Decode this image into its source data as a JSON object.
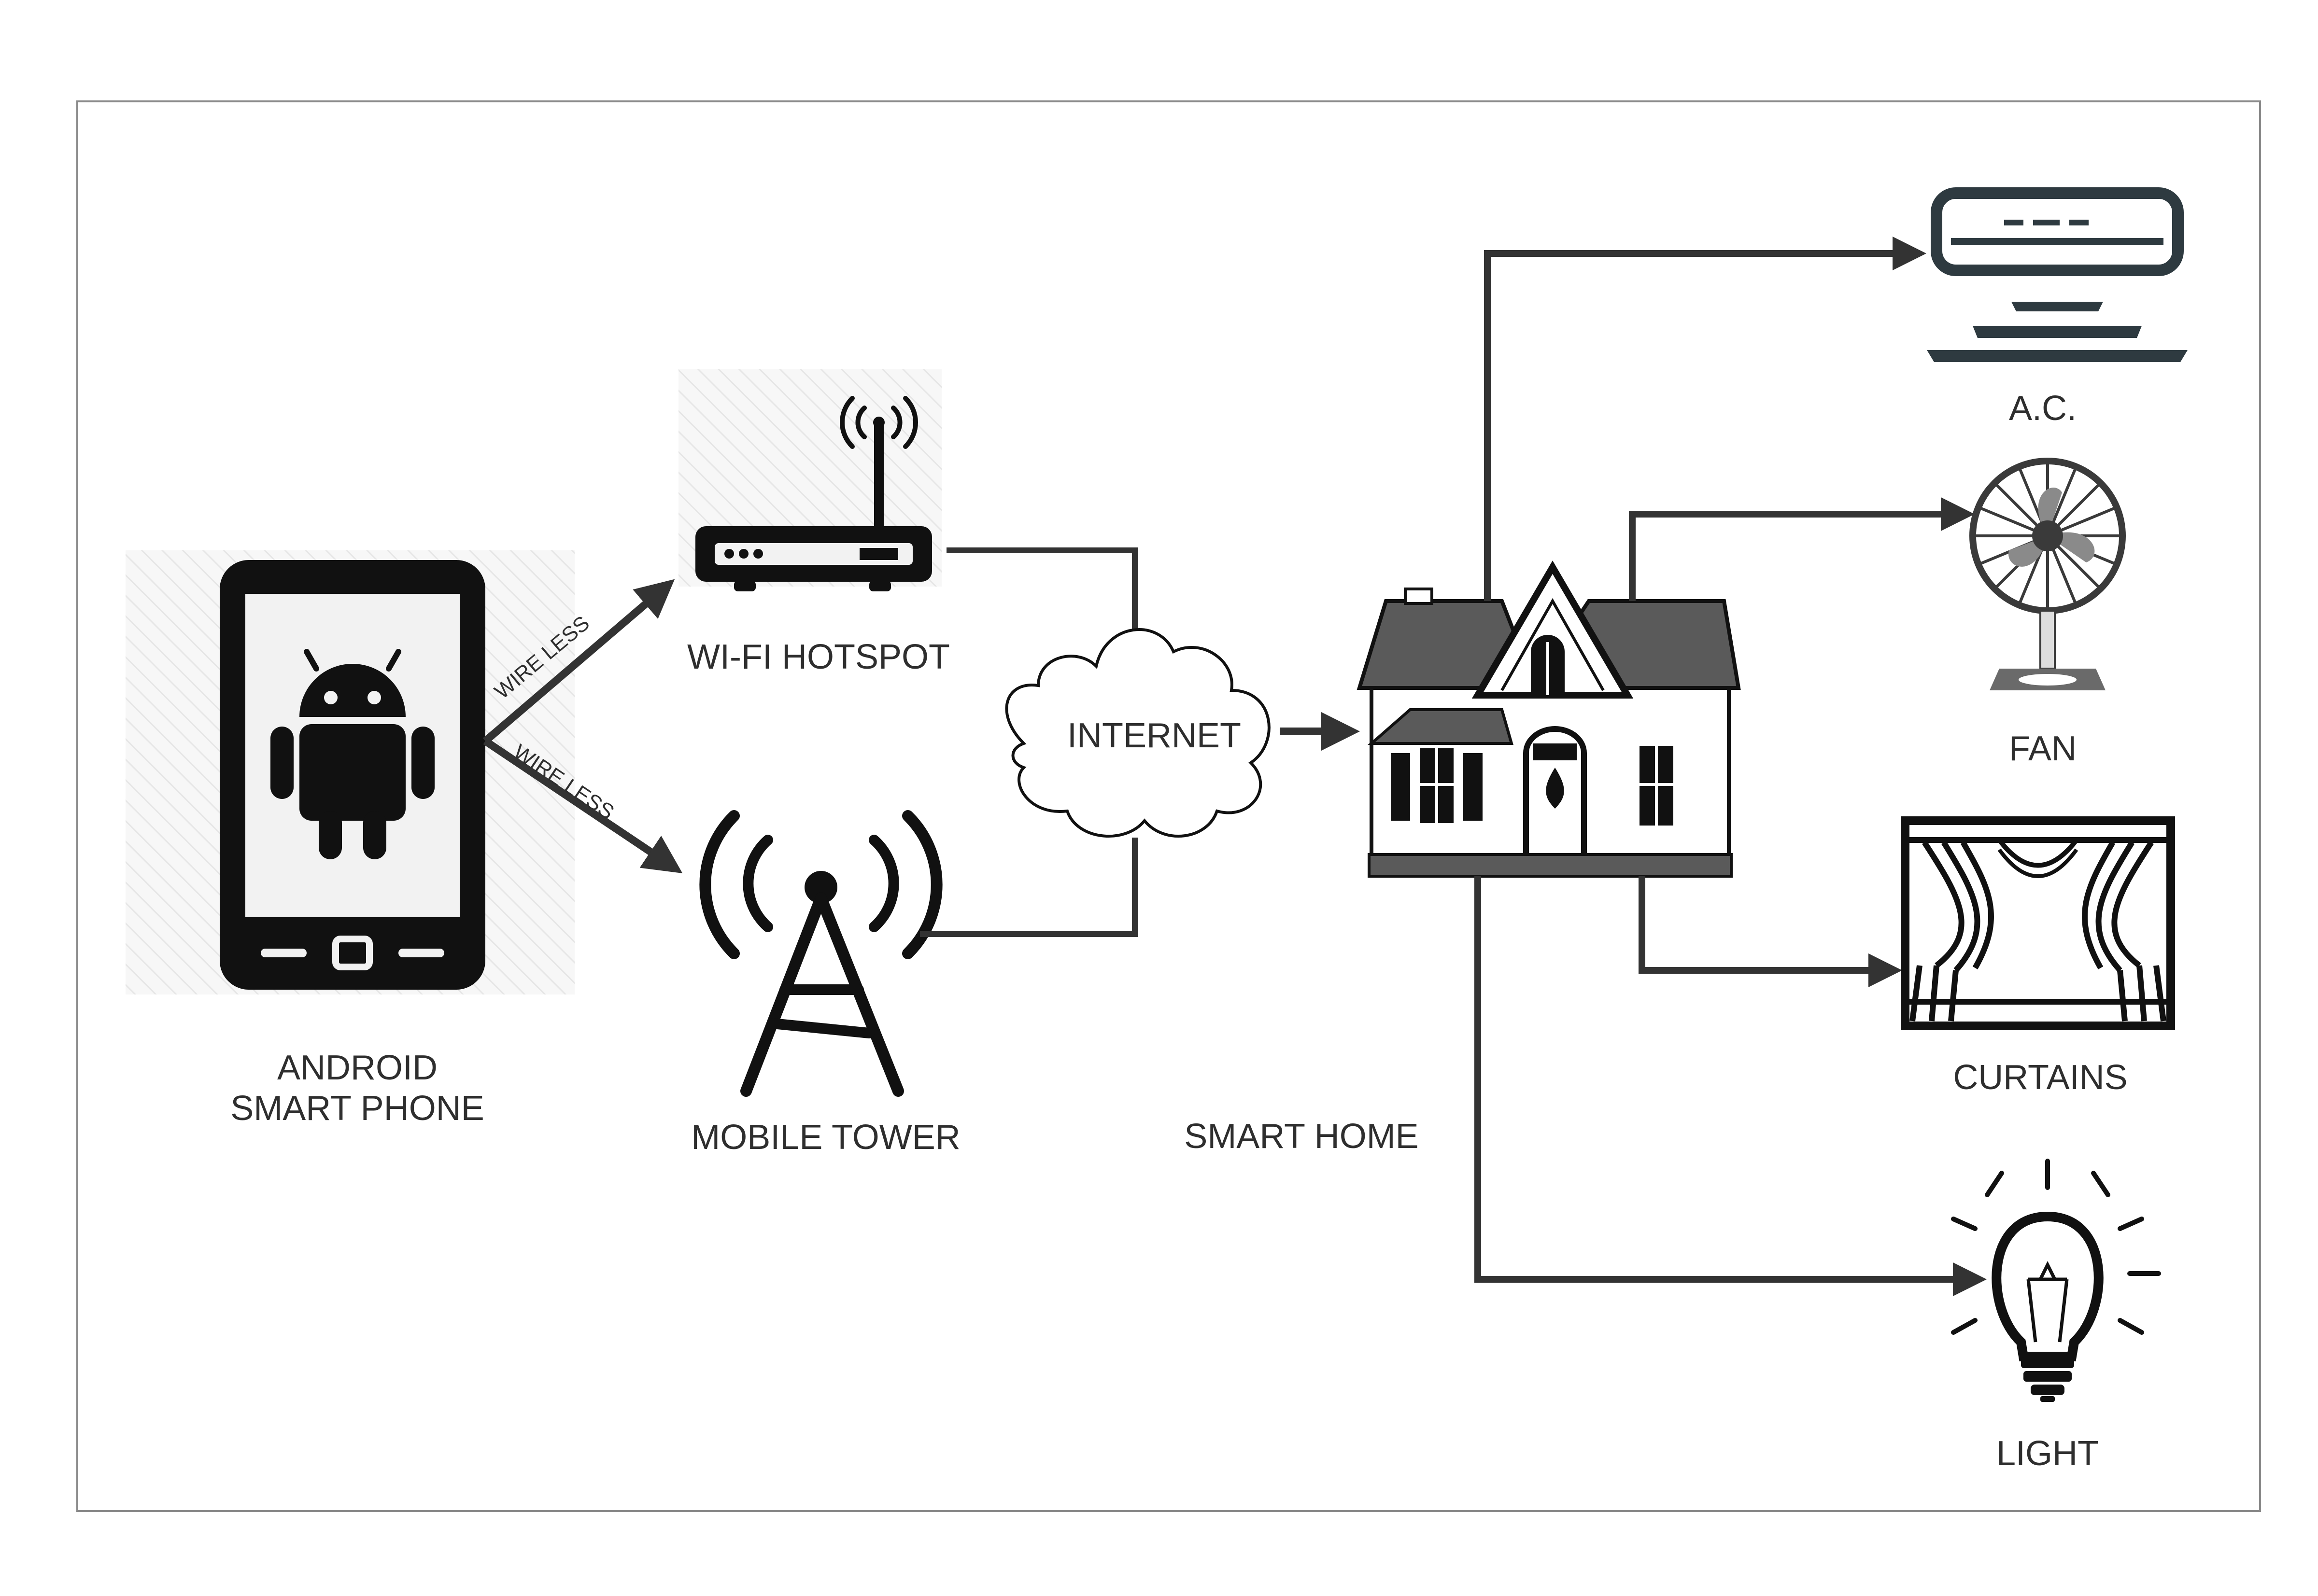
{
  "diagram": {
    "phone_label_line1": "ANDROID",
    "phone_label_line2": "SMART PHONE",
    "wireless_upper": "WIRE LESS",
    "wireless_lower": "WIRE LESS",
    "wifi_label": "WI-FI HOTSPOT",
    "tower_label": "MOBILE TOWER",
    "internet_label": "INTERNET",
    "home_label": "SMART HOME",
    "ac_label": "A.C.",
    "fan_label": "FAN",
    "curtains_label": "CURTAINS",
    "light_label": "LIGHT"
  },
  "colors": {
    "line": "#333333",
    "icon": "#111111",
    "border": "#8a8a8a",
    "roof": "#5a5a5a",
    "hatch": "#f0f0f0"
  }
}
